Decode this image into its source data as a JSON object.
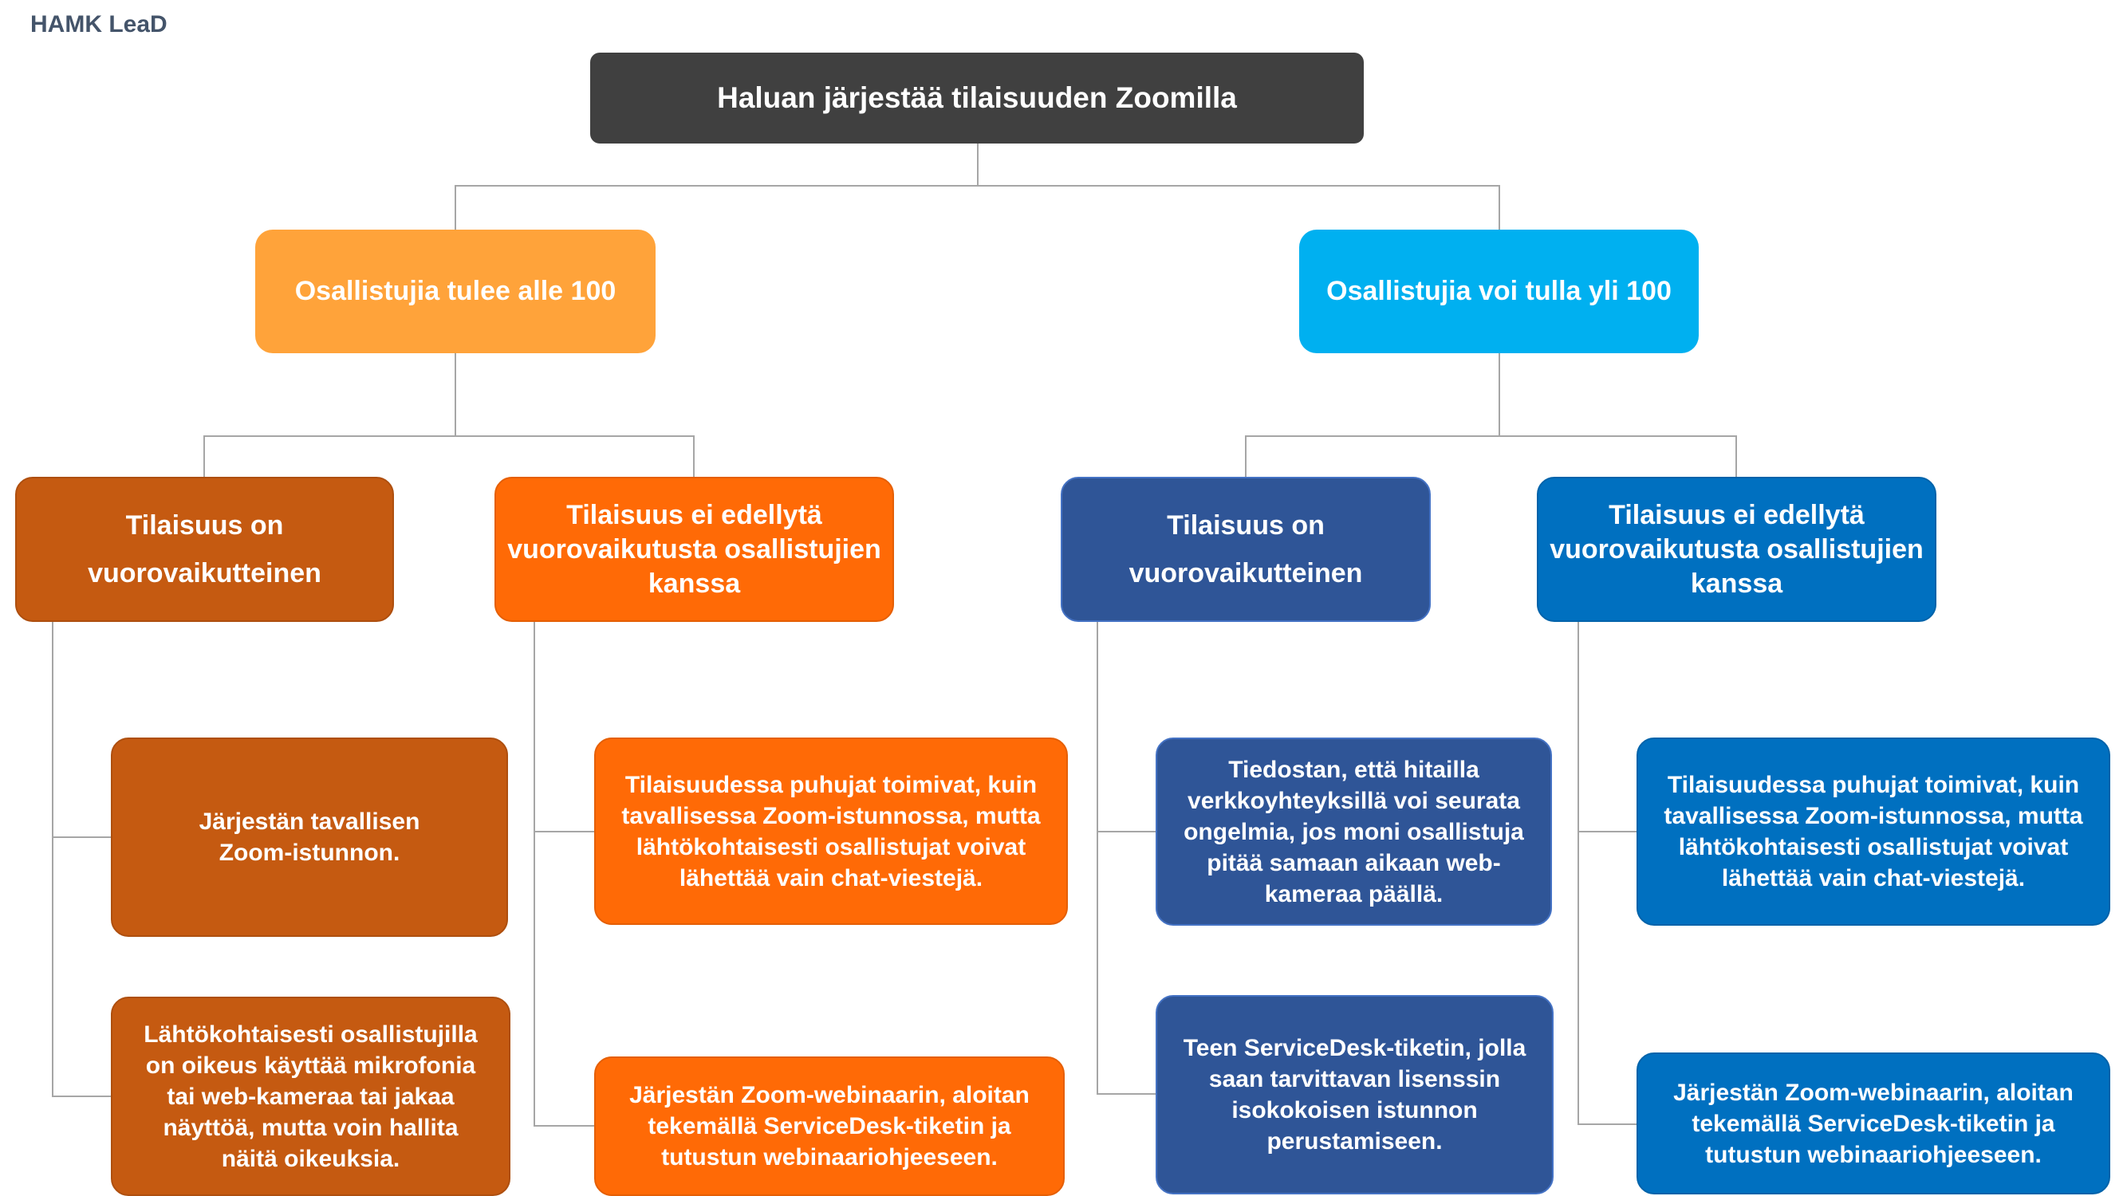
{
  "brand": "HAMK LeaD",
  "root": {
    "label": "Haluan järjestää tilaisuuden Zoomilla"
  },
  "branches": [
    {
      "label": "Osallistujia tulee alle 100",
      "color": "#ffa33a",
      "children": [
        {
          "label": "Tilaisuus on vuorovaikutteinen",
          "color": "#c55a11",
          "outcomes": [
            "Järjestän tavallisen Zoom-istunnon.",
            "Lähtökohtaisesti osallistujilla on oikeus käyttää mikrofonia tai web-kameraa tai jakaa näyttöä, mutta voin hallita näitä oikeuksia."
          ]
        },
        {
          "label": "Tilaisuus ei edellytä vuorovaikutusta osallistujien kanssa",
          "color": "#ff6a06",
          "outcomes": [
            "Tilaisuudessa puhujat toimivat, kuin tavallisessa Zoom-istunnossa, mutta lähtökohtaisesti osallistujat voivat lähettää vain chat-viestejä.",
            "Järjestän Zoom-webinaarin, aloitan tekemällä ServiceDesk-tiketin ja tutustun webinaariohjeeseen."
          ]
        }
      ]
    },
    {
      "label": "Osallistujia voi tulla yli 100",
      "color": "#00b0f0",
      "children": [
        {
          "label": "Tilaisuus on vuorovaikutteinen",
          "color": "#2f5597",
          "outcomes": [
            "Tiedostan, että hitailla verkkoyhteyksillä voi seurata ongelmia, jos moni osallistuja pitää samaan aikaan web-kameraa päällä.",
            "Teen ServiceDesk-tiketin, jolla saan tarvittavan lisenssin isokokoisen istunnon perustamiseen."
          ]
        },
        {
          "label": "Tilaisuus ei edellytä vuorovaikutusta osallistujien kanssa",
          "color": "#0070c0",
          "outcomes": [
            "Tilaisuudessa puhujat toimivat, kuin tavallisessa Zoom-istunnossa, mutta lähtökohtaisesti osallistujat voivat lähettää vain chat-viestejä.",
            "Järjestän Zoom-webinaarin, aloitan tekemällä ServiceDesk-tiketin ja tutustun webinaariohjeeseen."
          ]
        }
      ]
    }
  ]
}
